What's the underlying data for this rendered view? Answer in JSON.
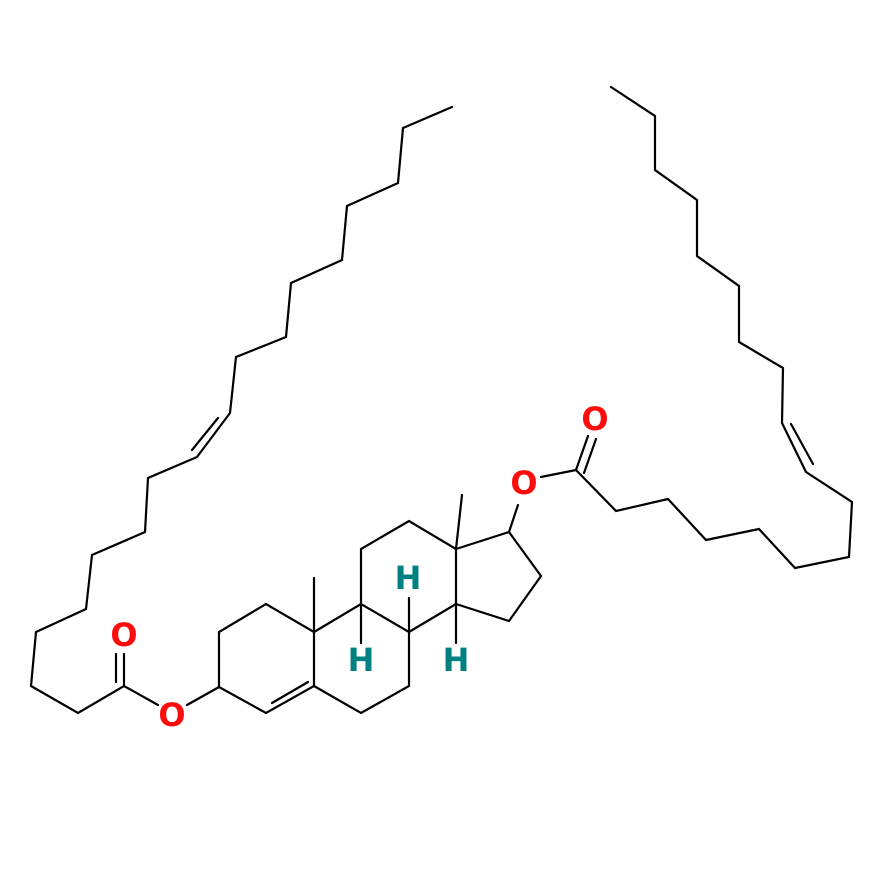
{
  "molecule": {
    "atom_labels": {
      "o_ester1_carbonyl": "O",
      "o_ester1_link": "O",
      "o_ester2_carbonyl": "O",
      "o_ester2_link": "O",
      "h_c9": "H",
      "h_c8": "H",
      "h_c14": "H"
    },
    "colors": {
      "bond": "#000000",
      "oxygen": "#ff0d0d",
      "hydrogen": "#008080"
    }
  }
}
